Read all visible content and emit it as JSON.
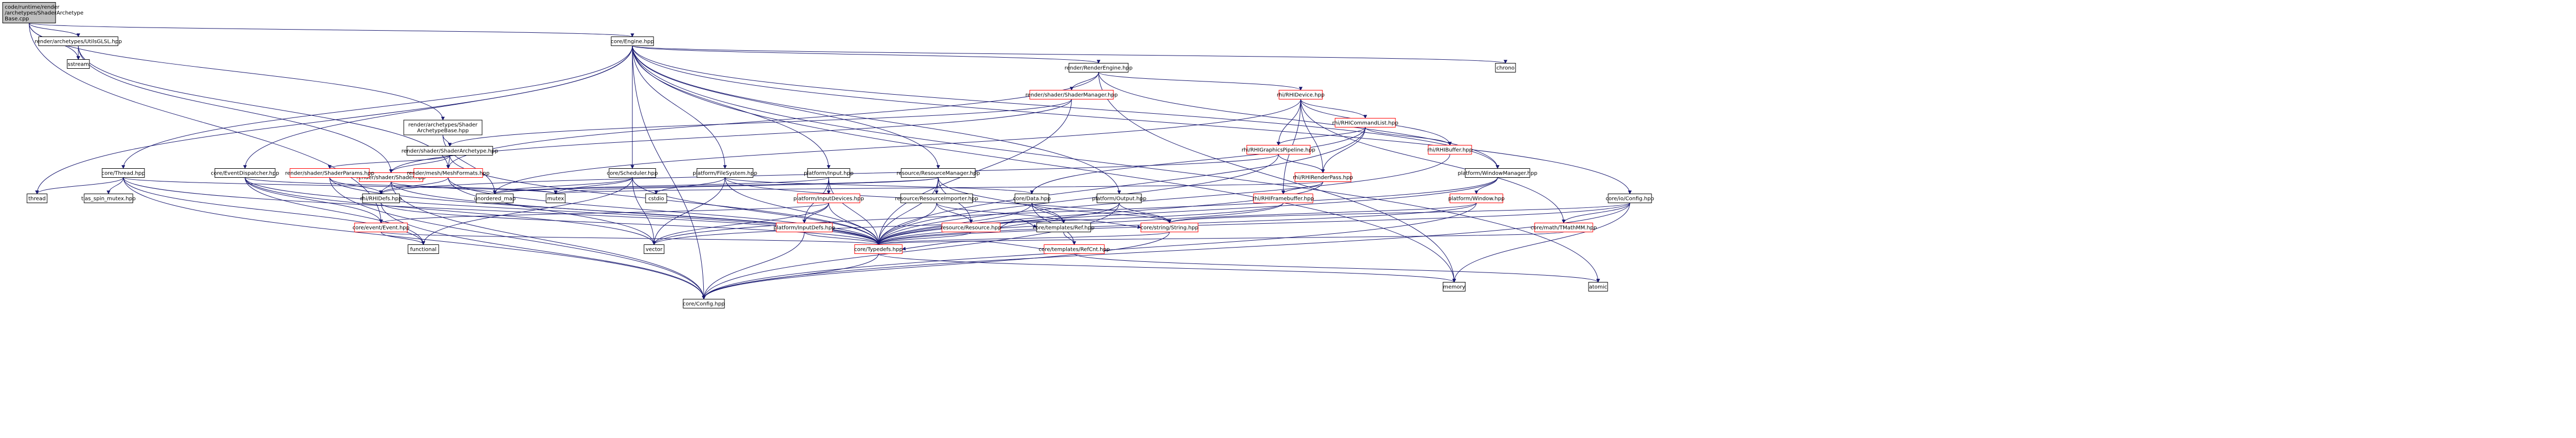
{
  "colors": {
    "node_fill": "#ffffff",
    "node_stroke": "#000000",
    "root_fill": "#bfbfbf",
    "partial_stroke": "#ff0000",
    "text": "#000000",
    "edge": "#191970",
    "background": "#ffffff"
  },
  "nodes": [
    {
      "id": "root",
      "name": "node-shader-archetype-base-cpp",
      "lines": [
        "code/runtime/render",
        "/archetypes/ShaderArchetype",
        "Base.cpp"
      ],
      "kind": "root"
    },
    {
      "id": "utilsglsl",
      "name": "node-utils-glsl-hpp",
      "lines": [
        "render/archetypes/UtilsGLSL.hpp"
      ],
      "kind": "normal"
    },
    {
      "id": "engine",
      "name": "node-engine-hpp",
      "lines": [
        "core/Engine.hpp"
      ],
      "kind": "normal"
    },
    {
      "id": "sstream",
      "name": "node-sstream",
      "lines": [
        "sstream"
      ],
      "kind": "leaf"
    },
    {
      "id": "sab_hpp",
      "name": "node-shader-archetype-base-hpp",
      "lines": [
        "render/archetypes/Shader",
        "ArchetypeBase.hpp"
      ],
      "kind": "normal"
    },
    {
      "id": "renderengine",
      "name": "node-render-engine-hpp",
      "lines": [
        "render/RenderEngine.hpp"
      ],
      "kind": "normal"
    },
    {
      "id": "chrono",
      "name": "node-chrono",
      "lines": [
        "chrono"
      ],
      "kind": "leaf"
    },
    {
      "id": "shadermanager",
      "name": "node-shader-manager-hpp",
      "lines": [
        "render/shader/ShaderManager.hpp"
      ],
      "kind": "partial"
    },
    {
      "id": "rhidevice",
      "name": "node-rhi-device-hpp",
      "lines": [
        "rhi/RHIDevice.hpp"
      ],
      "kind": "partial"
    },
    {
      "id": "rhicmdlist",
      "name": "node-rhi-command-list-hpp",
      "lines": [
        "rhi/RHICommandList.hpp"
      ],
      "kind": "partial"
    },
    {
      "id": "shaderarchetype",
      "name": "node-shader-archetype-hpp",
      "lines": [
        "render/shader/ShaderArchetype.hpp"
      ],
      "kind": "normal"
    },
    {
      "id": "rhigfxpipe",
      "name": "node-rhi-graphics-pipeline-hpp",
      "lines": [
        "rhi/RHIGraphicsPipeline.hpp"
      ],
      "kind": "partial"
    },
    {
      "id": "rhibuffer",
      "name": "node-rhi-buffer-hpp",
      "lines": [
        "rhi/RHIBuffer.hpp"
      ],
      "kind": "partial"
    },
    {
      "id": "shader",
      "name": "node-shader-hpp",
      "lines": [
        "render/shader/Shader.hpp"
      ],
      "kind": "partial"
    },
    {
      "id": "rhirenderpass",
      "name": "node-rhi-render-pass-hpp",
      "lines": [
        "rhi/RHIRenderPass.hpp"
      ],
      "kind": "partial"
    },
    {
      "id": "thread_hpp",
      "name": "node-thread-hpp",
      "lines": [
        "core/Thread.hpp"
      ],
      "kind": "normal"
    },
    {
      "id": "eventdisp",
      "name": "node-event-dispatcher-hpp",
      "lines": [
        "core/EventDispatcher.hpp"
      ],
      "kind": "normal"
    },
    {
      "id": "shaderparams",
      "name": "node-shader-params-hpp",
      "lines": [
        "render/shader/ShaderParams.hpp"
      ],
      "kind": "partial"
    },
    {
      "id": "meshformats",
      "name": "node-mesh-formats-hpp",
      "lines": [
        "render/mesh/MeshFormats.hpp"
      ],
      "kind": "partial"
    },
    {
      "id": "scheduler",
      "name": "node-scheduler-hpp",
      "lines": [
        "core/Scheduler.hpp"
      ],
      "kind": "normal"
    },
    {
      "id": "filesystem",
      "name": "node-file-system-hpp",
      "lines": [
        "platform/FileSystem.hpp"
      ],
      "kind": "normal"
    },
    {
      "id": "input",
      "name": "node-input-hpp",
      "lines": [
        "platform/Input.hpp"
      ],
      "kind": "normal"
    },
    {
      "id": "resmgr",
      "name": "node-resource-manager-hpp",
      "lines": [
        "resource/ResourceManager.hpp"
      ],
      "kind": "normal"
    },
    {
      "id": "winmgr",
      "name": "node-window-manager-hpp",
      "lines": [
        "platform/WindowManager.hpp"
      ],
      "kind": "normal"
    },
    {
      "id": "thread",
      "name": "node-thread",
      "lines": [
        "thread"
      ],
      "kind": "leaf"
    },
    {
      "id": "spinmutex",
      "name": "node-tias-spin-mutex-hpp",
      "lines": [
        "tias_spin_mutex.hpp"
      ],
      "kind": "leaf"
    },
    {
      "id": "rhidefs",
      "name": "node-rhi-defs-hpp",
      "lines": [
        "rhi/RHIDefs.hpp"
      ],
      "kind": "normal"
    },
    {
      "id": "unordered_map",
      "name": "node-unordered-map",
      "lines": [
        "unordered_map"
      ],
      "kind": "leaf"
    },
    {
      "id": "mutex",
      "name": "node-mutex",
      "lines": [
        "mutex"
      ],
      "kind": "leaf"
    },
    {
      "id": "cstdio",
      "name": "node-cstdio",
      "lines": [
        "cstdio"
      ],
      "kind": "leaf"
    },
    {
      "id": "inputdevices",
      "name": "node-input-devices-hpp",
      "lines": [
        "platform/InputDevices.hpp"
      ],
      "kind": "partial"
    },
    {
      "id": "resimporter",
      "name": "node-resource-importer-hpp",
      "lines": [
        "resource/ResourceImporter.hpp"
      ],
      "kind": "normal"
    },
    {
      "id": "data",
      "name": "node-data-hpp",
      "lines": [
        "core/Data.hpp"
      ],
      "kind": "normal"
    },
    {
      "id": "output",
      "name": "node-output-hpp",
      "lines": [
        "platform/Output.hpp"
      ],
      "kind": "normal"
    },
    {
      "id": "rhiframebuffer",
      "name": "node-rhi-framebuffer-hpp",
      "lines": [
        "rhi/RHIFramebuffer.hpp"
      ],
      "kind": "partial"
    },
    {
      "id": "window",
      "name": "node-window-hpp",
      "lines": [
        "platform/Window.hpp"
      ],
      "kind": "partial"
    },
    {
      "id": "config",
      "name": "node-config-hpp",
      "lines": [
        "core/io/Config.hpp"
      ],
      "kind": "normal"
    },
    {
      "id": "event",
      "name": "node-event-hpp",
      "lines": [
        "core/event/Event.hpp"
      ],
      "kind": "partial"
    },
    {
      "id": "functional",
      "name": "node-functional",
      "lines": [
        "functional"
      ],
      "kind": "leaf"
    },
    {
      "id": "vector",
      "name": "node-vector",
      "lines": [
        "vector"
      ],
      "kind": "leaf"
    },
    {
      "id": "inputdefs",
      "name": "node-input-defs-hpp",
      "lines": [
        "platform/InputDefs.hpp"
      ],
      "kind": "partial"
    },
    {
      "id": "resource",
      "name": "node-resource-hpp",
      "lines": [
        "resource/Resource.hpp"
      ],
      "kind": "partial"
    },
    {
      "id": "ref",
      "name": "node-ref-hpp",
      "lines": [
        "core/templates/Ref.hpp"
      ],
      "kind": "normal"
    },
    {
      "id": "string",
      "name": "node-string-hpp",
      "lines": [
        "core/string/String.hpp"
      ],
      "kind": "partial"
    },
    {
      "id": "tmathmm",
      "name": "node-tmath-mm-hpp",
      "lines": [
        "core/math/TMathMM.hpp"
      ],
      "kind": "partial"
    },
    {
      "id": "typedefs",
      "name": "node-typedefs-hpp",
      "lines": [
        "core/Typedefs.hpp"
      ],
      "kind": "partial"
    },
    {
      "id": "refcnt",
      "name": "node-ref-cnt-hpp",
      "lines": [
        "core/templates/RefCnt.hpp"
      ],
      "kind": "partial"
    },
    {
      "id": "memory",
      "name": "node-memory",
      "lines": [
        "memory"
      ],
      "kind": "leaf"
    },
    {
      "id": "atomic",
      "name": "node-atomic",
      "lines": [
        "atomic"
      ],
      "kind": "leaf"
    },
    {
      "id": "coreconfig",
      "name": "node-core-config-hpp",
      "lines": [
        "core/Config.hpp"
      ],
      "kind": "normal"
    }
  ],
  "edges": [
    [
      "root",
      "utilsglsl"
    ],
    [
      "root",
      "engine"
    ],
    [
      "root",
      "sstream"
    ],
    [
      "root",
      "sab_hpp"
    ],
    [
      "root",
      "event"
    ],
    [
      "utilsglsl",
      "sstream"
    ],
    [
      "utilsglsl",
      "shader"
    ],
    [
      "utilsglsl",
      "meshformats"
    ],
    [
      "engine",
      "renderengine"
    ],
    [
      "engine",
      "chrono"
    ],
    [
      "engine",
      "thread_hpp"
    ],
    [
      "engine",
      "eventdisp"
    ],
    [
      "engine",
      "scheduler"
    ],
    [
      "engine",
      "filesystem"
    ],
    [
      "engine",
      "input"
    ],
    [
      "engine",
      "resmgr"
    ],
    [
      "engine",
      "winmgr"
    ],
    [
      "engine",
      "config"
    ],
    [
      "engine",
      "output"
    ],
    [
      "engine",
      "memory"
    ],
    [
      "engine",
      "atomic"
    ],
    [
      "engine",
      "thread"
    ],
    [
      "engine",
      "coreconfig"
    ],
    [
      "sab_hpp",
      "shaderarchetype"
    ],
    [
      "sab_hpp",
      "unordered_map"
    ],
    [
      "renderengine",
      "shadermanager"
    ],
    [
      "renderengine",
      "rhidevice"
    ],
    [
      "renderengine",
      "winmgr"
    ],
    [
      "renderengine",
      "meshformats"
    ],
    [
      "renderengine",
      "memory"
    ],
    [
      "shadermanager",
      "shaderarchetype"
    ],
    [
      "shadermanager",
      "shader"
    ],
    [
      "shadermanager",
      "typedefs"
    ],
    [
      "rhidevice",
      "rhicmdlist"
    ],
    [
      "rhidevice",
      "rhigfxpipe"
    ],
    [
      "rhidevice",
      "rhibuffer"
    ],
    [
      "rhidevice",
      "rhirenderpass"
    ],
    [
      "rhidevice",
      "rhiframebuffer"
    ],
    [
      "rhidevice",
      "tmathmm"
    ],
    [
      "rhidevice",
      "unordered_map"
    ],
    [
      "rhicmdlist",
      "rhigfxpipe"
    ],
    [
      "rhicmdlist",
      "rhibuffer"
    ],
    [
      "rhicmdlist",
      "rhirenderpass"
    ],
    [
      "rhicmdlist",
      "data"
    ],
    [
      "rhicmdlist",
      "typedefs"
    ],
    [
      "shaderarchetype",
      "shader"
    ],
    [
      "shaderarchetype",
      "shaderparams"
    ],
    [
      "shaderarchetype",
      "meshformats"
    ],
    [
      "shaderarchetype",
      "typedefs"
    ],
    [
      "rhigfxpipe",
      "rhirenderpass"
    ],
    [
      "rhigfxpipe",
      "rhidefs"
    ],
    [
      "rhigfxpipe",
      "typedefs"
    ],
    [
      "rhibuffer",
      "typedefs"
    ],
    [
      "shader",
      "rhidefs"
    ],
    [
      "shader",
      "unordered_map"
    ],
    [
      "shader",
      "typedefs"
    ],
    [
      "shader",
      "coreconfig"
    ],
    [
      "rhirenderpass",
      "rhiframebuffer"
    ],
    [
      "rhirenderpass",
      "mutex"
    ],
    [
      "rhirenderpass",
      "typedefs"
    ],
    [
      "thread_hpp",
      "thread"
    ],
    [
      "thread_hpp",
      "spinmutex"
    ],
    [
      "thread_hpp",
      "functional"
    ],
    [
      "thread_hpp",
      "mutex"
    ],
    [
      "thread_hpp",
      "typedefs"
    ],
    [
      "thread_hpp",
      "coreconfig"
    ],
    [
      "eventdisp",
      "event"
    ],
    [
      "eventdisp",
      "functional"
    ],
    [
      "eventdisp",
      "vector"
    ],
    [
      "eventdisp",
      "mutex"
    ],
    [
      "eventdisp",
      "typedefs"
    ],
    [
      "shaderparams",
      "rhidefs"
    ],
    [
      "shaderparams",
      "typedefs"
    ],
    [
      "shaderparams",
      "coreconfig"
    ],
    [
      "meshformats",
      "rhidefs"
    ],
    [
      "meshformats",
      "vector"
    ],
    [
      "meshformats",
      "typedefs"
    ],
    [
      "scheduler",
      "functional"
    ],
    [
      "scheduler",
      "vector"
    ],
    [
      "scheduler",
      "mutex"
    ],
    [
      "scheduler",
      "unordered_map"
    ],
    [
      "scheduler",
      "typedefs"
    ],
    [
      "filesystem",
      "cstdio"
    ],
    [
      "filesystem",
      "string"
    ],
    [
      "filesystem",
      "data"
    ],
    [
      "filesystem",
      "typedefs"
    ],
    [
      "filesystem",
      "vector"
    ],
    [
      "input",
      "inputdevices"
    ],
    [
      "input",
      "inputdefs"
    ],
    [
      "input",
      "unordered_map"
    ],
    [
      "input",
      "typedefs"
    ],
    [
      "resmgr",
      "resimporter"
    ],
    [
      "resmgr",
      "resource"
    ],
    [
      "resmgr",
      "mutex"
    ],
    [
      "resmgr",
      "unordered_map"
    ],
    [
      "resmgr",
      "ref"
    ],
    [
      "resmgr",
      "typedefs"
    ],
    [
      "winmgr",
      "window"
    ],
    [
      "winmgr",
      "vector"
    ],
    [
      "winmgr",
      "typedefs"
    ],
    [
      "rhidefs",
      "typedefs"
    ],
    [
      "rhidefs",
      "coreconfig"
    ],
    [
      "inputdevices",
      "inputdefs"
    ],
    [
      "inputdevices",
      "event"
    ],
    [
      "inputdevices",
      "vector"
    ],
    [
      "inputdevices",
      "typedefs"
    ],
    [
      "resimporter",
      "resource"
    ],
    [
      "resimporter",
      "ref"
    ],
    [
      "resimporter",
      "typedefs"
    ],
    [
      "data",
      "string"
    ],
    [
      "data",
      "ref"
    ],
    [
      "data",
      "refcnt"
    ],
    [
      "data",
      "typedefs"
    ],
    [
      "output",
      "string"
    ],
    [
      "output",
      "typedefs"
    ],
    [
      "output",
      "coreconfig"
    ],
    [
      "rhiframebuffer",
      "typedefs"
    ],
    [
      "rhiframebuffer",
      "vector"
    ],
    [
      "window",
      "string"
    ],
    [
      "window",
      "typedefs"
    ],
    [
      "window",
      "coreconfig"
    ],
    [
      "config",
      "string"
    ],
    [
      "config",
      "tmathmm"
    ],
    [
      "config",
      "typedefs"
    ],
    [
      "config",
      "memory"
    ],
    [
      "config",
      "coreconfig"
    ],
    [
      "event",
      "functional"
    ],
    [
      "event",
      "typedefs"
    ],
    [
      "inputdefs",
      "typedefs"
    ],
    [
      "inputdefs",
      "coreconfig"
    ],
    [
      "resource",
      "ref"
    ],
    [
      "resource",
      "typedefs"
    ],
    [
      "resource",
      "string"
    ],
    [
      "ref",
      "refcnt"
    ],
    [
      "string",
      "typedefs"
    ],
    [
      "string",
      "coreconfig"
    ],
    [
      "tmathmm",
      "typedefs"
    ],
    [
      "typedefs",
      "coreconfig"
    ],
    [
      "typedefs",
      "memory"
    ],
    [
      "refcnt",
      "atomic"
    ],
    [
      "refcnt",
      "typedefs"
    ]
  ]
}
